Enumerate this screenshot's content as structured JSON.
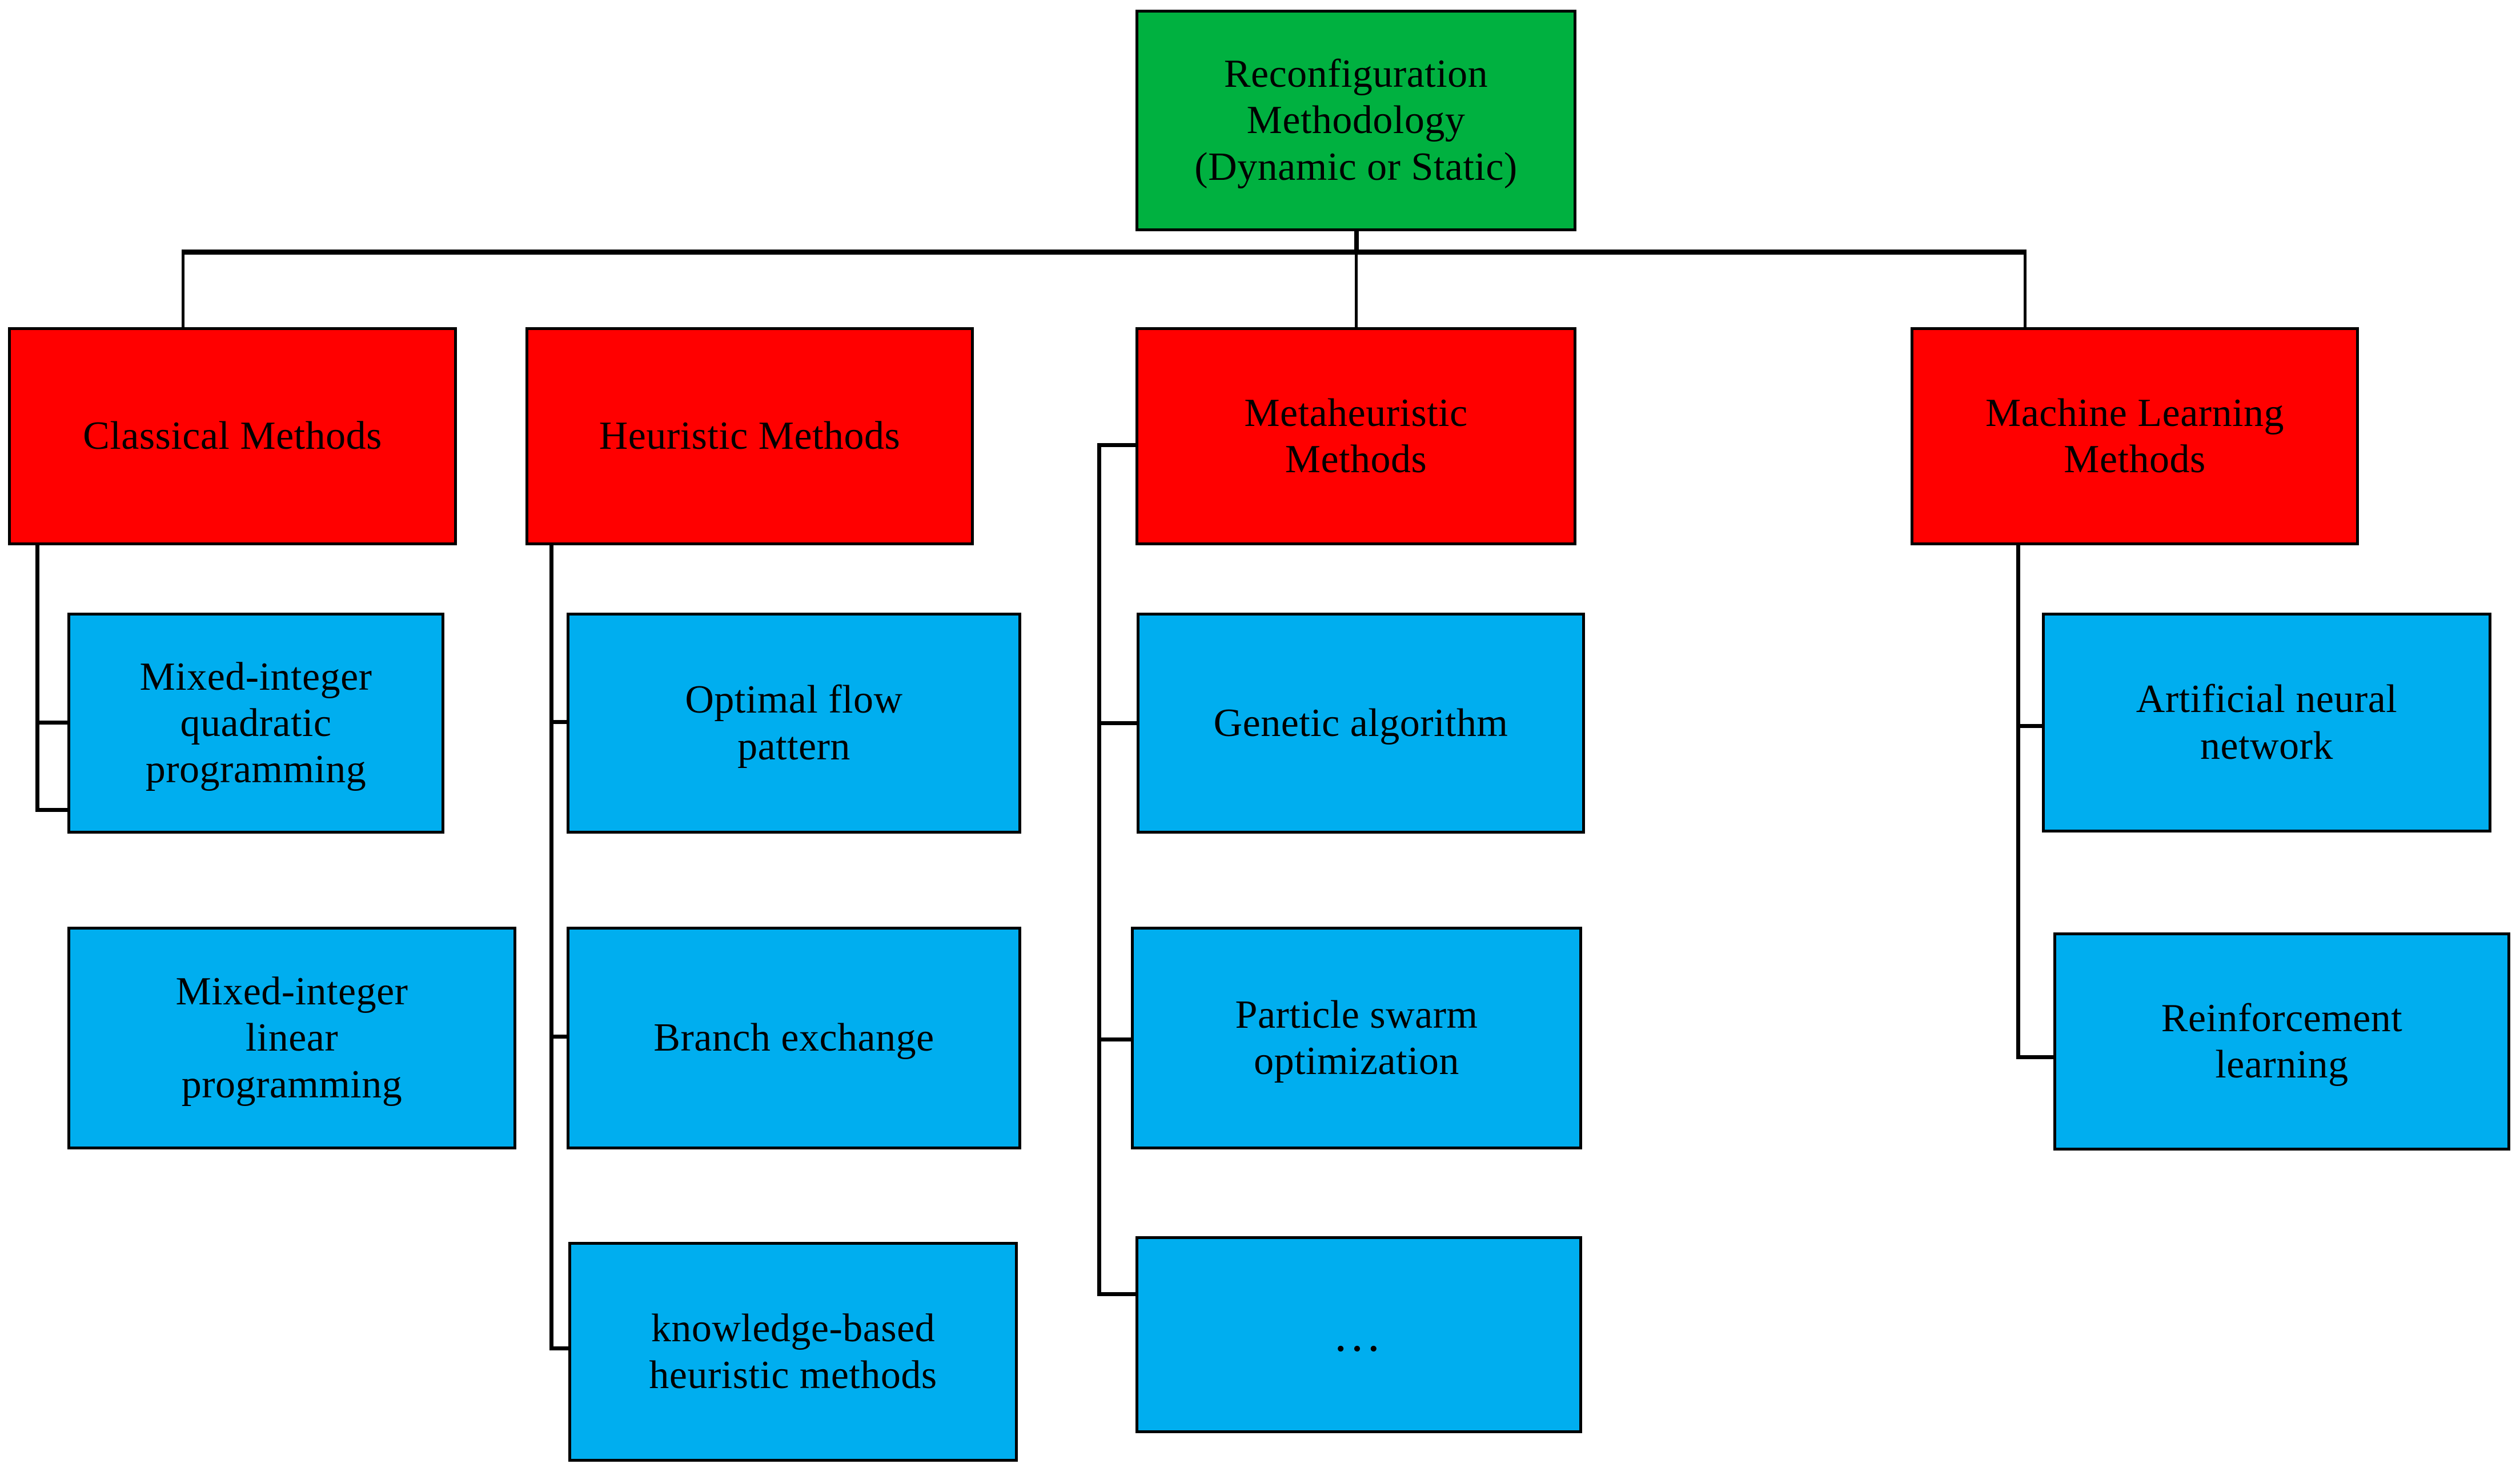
{
  "diagram": {
    "type": "tree-hierarchy",
    "title": "Reconfiguration Methodology classification tree",
    "colors": {
      "root_fill": "#00B140",
      "category_fill": "#FF0000",
      "leaf_fill": "#00AEEF",
      "border": "#000000",
      "text": "#000000",
      "background": "#FFFFFF"
    }
  },
  "root": {
    "label": "Reconfiguration\nMethodology\n(Dynamic or Static)"
  },
  "categories": [
    {
      "id": "classical",
      "label": "Classical Methods"
    },
    {
      "id": "heuristic",
      "label": "Heuristic Methods"
    },
    {
      "id": "metaheuristic",
      "label": "Metaheuristic\nMethods"
    },
    {
      "id": "ml",
      "label": "Machine Learning\nMethods"
    }
  ],
  "leaves": {
    "classical": [
      {
        "label": "Mixed-integer\nquadratic\nprogramming"
      },
      {
        "label": "Mixed-integer\nlinear\nprogramming"
      }
    ],
    "heuristic": [
      {
        "label": "Optimal flow\npattern"
      },
      {
        "label": "Branch exchange"
      },
      {
        "label": "knowledge-based\nheuristic methods"
      }
    ],
    "metaheuristic": [
      {
        "label": "Genetic algorithm"
      },
      {
        "label": "Particle swarm\noptimization"
      },
      {
        "label": "…"
      }
    ],
    "ml": [
      {
        "label": "Artificial neural\nnetwork"
      },
      {
        "label": "Reinforcement\nlearning"
      }
    ]
  }
}
